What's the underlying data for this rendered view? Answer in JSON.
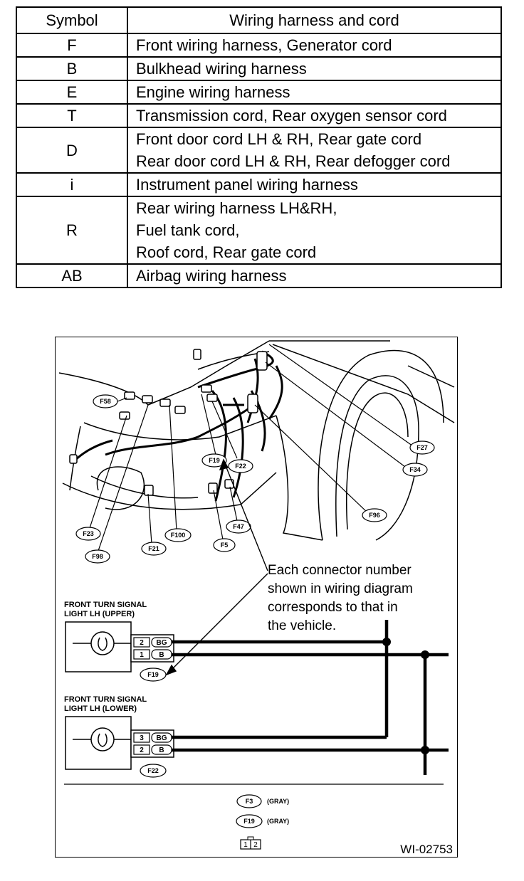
{
  "table": {
    "headers": {
      "symbol": "Symbol",
      "description": "Wiring harness and cord"
    },
    "rows": [
      {
        "symbol": "F",
        "lines": [
          "Front wiring harness, Generator cord"
        ]
      },
      {
        "symbol": "B",
        "lines": [
          "Bulkhead wiring harness"
        ]
      },
      {
        "symbol": "E",
        "lines": [
          "Engine wiring harness"
        ]
      },
      {
        "symbol": "T",
        "lines": [
          "Transmission cord, Rear oxygen sensor cord"
        ]
      },
      {
        "symbol": "D",
        "lines": [
          "Front door cord LH & RH, Rear gate cord",
          "Rear door cord LH & RH, Rear defogger cord"
        ]
      },
      {
        "symbol": "i",
        "lines": [
          "Instrument panel wiring harness"
        ]
      },
      {
        "symbol": "R",
        "lines": [
          "Rear wiring harness LH&RH,",
          "Fuel tank cord,",
          "Roof cord, Rear gate cord"
        ]
      },
      {
        "symbol": "AB",
        "lines": [
          "Airbag wiring harness"
        ]
      }
    ]
  },
  "diagram": {
    "connector_labels": {
      "f58": "F58",
      "f19_top": "F19",
      "f22_top": "F22",
      "f27": "F27",
      "f34": "F34",
      "f96": "F96",
      "f23": "F23",
      "f98": "F98",
      "f21": "F21",
      "f100": "F100",
      "f5": "F5",
      "f47": "F47"
    },
    "note_lines": [
      "Each connector number",
      "shown in wiring diagram",
      "corresponds to that in",
      "the vehicle."
    ],
    "upper_light": {
      "title_lines": [
        "FRONT TURN SIGNAL",
        "LIGHT LH (UPPER)"
      ],
      "pin_a": "2",
      "wire_a": "BG",
      "pin_b": "1",
      "wire_b": "B",
      "connector": "F19"
    },
    "lower_light": {
      "title_lines": [
        "FRONT TURN SIGNAL",
        "LIGHT LH (LOWER)"
      ],
      "pin_a": "3",
      "wire_a": "BG",
      "pin_b": "2",
      "wire_b": "B",
      "connector": "F22"
    },
    "legend": {
      "conn_a": "F3",
      "color_a": "(GRAY)",
      "conn_b": "F19",
      "color_b": "(GRAY)",
      "pins": [
        "1",
        "2"
      ]
    },
    "figure_id": "WI-02753"
  }
}
